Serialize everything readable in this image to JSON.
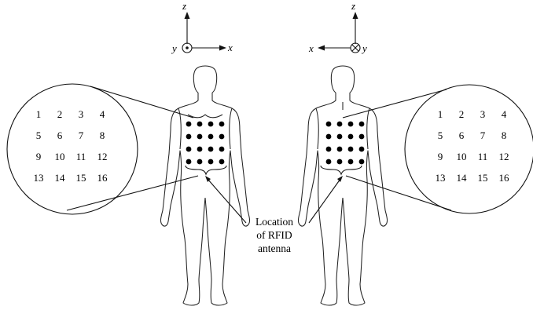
{
  "front_axes": {
    "vertical": "z",
    "horizontal": "x",
    "out_of_page": "y"
  },
  "back_axes": {
    "vertical": "z",
    "horizontal": "x",
    "into_page": "y"
  },
  "sensor_numbers": [
    "1",
    "2",
    "3",
    "4",
    "5",
    "6",
    "7",
    "8",
    "9",
    "10",
    "11",
    "12",
    "13",
    "14",
    "15",
    "16"
  ],
  "antenna_label": {
    "line1": "Location",
    "line2": "of RFID",
    "line3": "antenna"
  }
}
